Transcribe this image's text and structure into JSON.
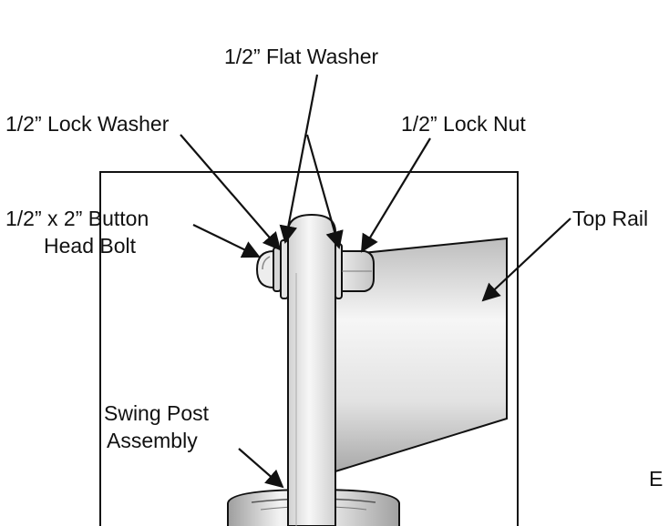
{
  "labels": {
    "flat_washer": "1/2” Flat Washer",
    "lock_washer": "1/2” Lock Washer",
    "lock_nut": "1/2” Lock Nut",
    "button_bolt_line1": "1/2” x 2” Button",
    "button_bolt_line2": "Head Bolt",
    "top_rail": "Top Rail",
    "swing_post_line1": "Swing Post",
    "swing_post_line2": "Assembly",
    "edge_fragment": "E"
  },
  "colors": {
    "stroke": "#111111",
    "metal_light": "#f4f4f4",
    "metal_mid": "#dcdcdc",
    "metal_dark": "#b8b8b8"
  }
}
